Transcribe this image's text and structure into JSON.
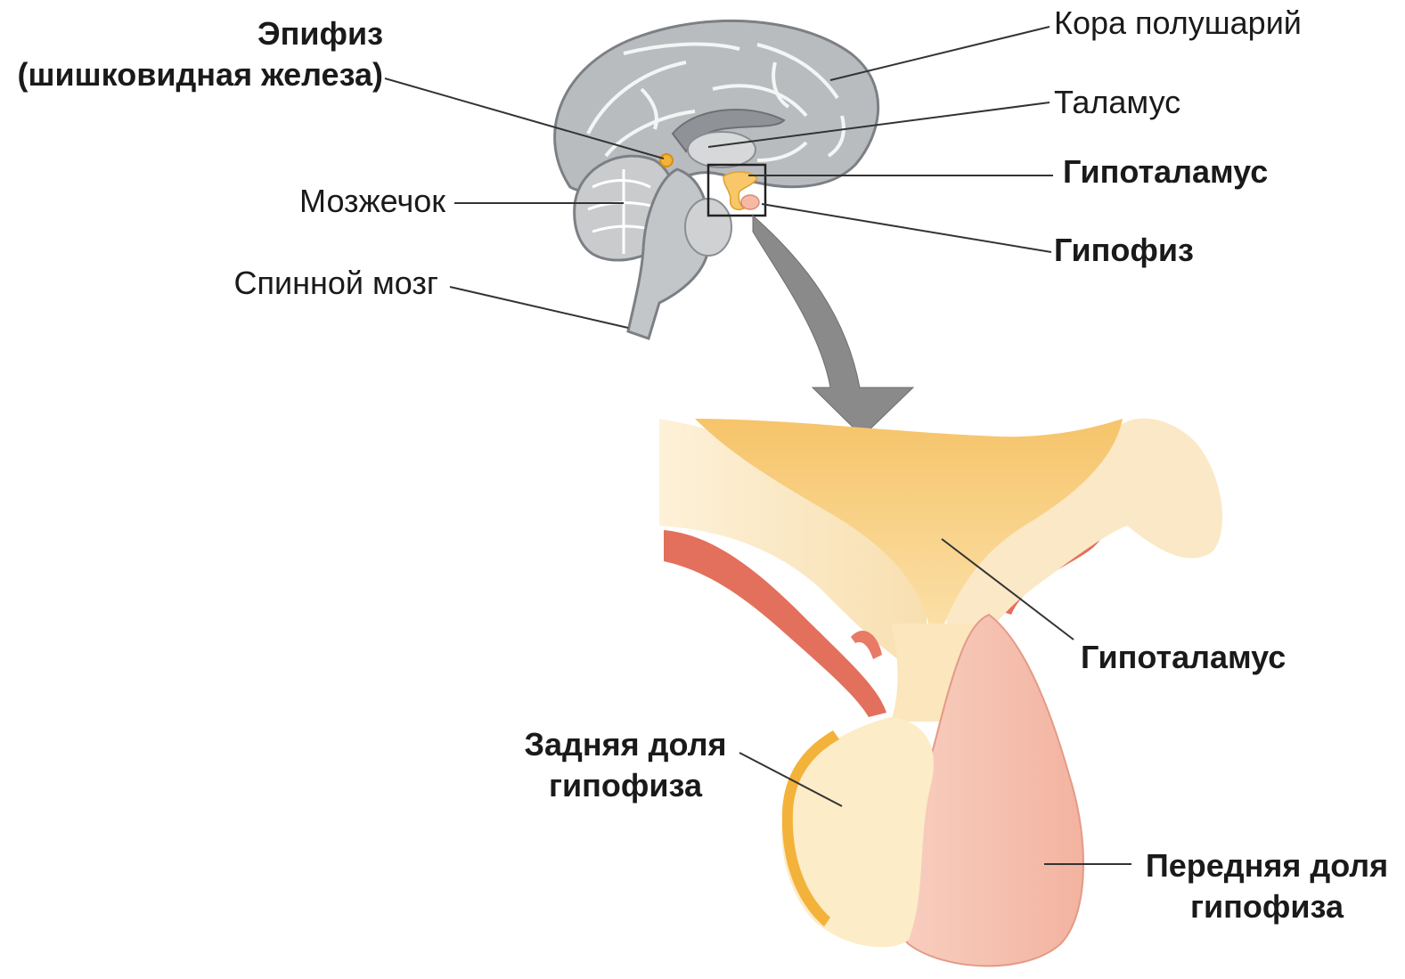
{
  "labels": {
    "pineal_line1": "Эпифиз",
    "pineal_line2": "(шишковидная железа)",
    "cortex": "Кора полушарий",
    "thalamus": "Таламус",
    "hypothalamus_top": "Гипоталамус",
    "cerebellum": "Мозжечок",
    "pituitary": "Гипофиз",
    "spinal_cord": "Спинной мозг",
    "hypothalamus_bottom": "Гипоталамус",
    "posterior_line1": "Задняя доля",
    "posterior_line2": "гипофиза",
    "anterior_line1": "Передняя доля",
    "anterior_line2": "гипофиза"
  },
  "colors": {
    "brain_gray": "#b9bcbf",
    "brain_dark": "#8f9398",
    "gland_orange": "#f3b23a",
    "tissue_cream": "#f9e3b8",
    "tissue_pink": "#f6c4b4",
    "vessel_red": "#e0604a",
    "arrow_gray": "#8a8a8a"
  }
}
